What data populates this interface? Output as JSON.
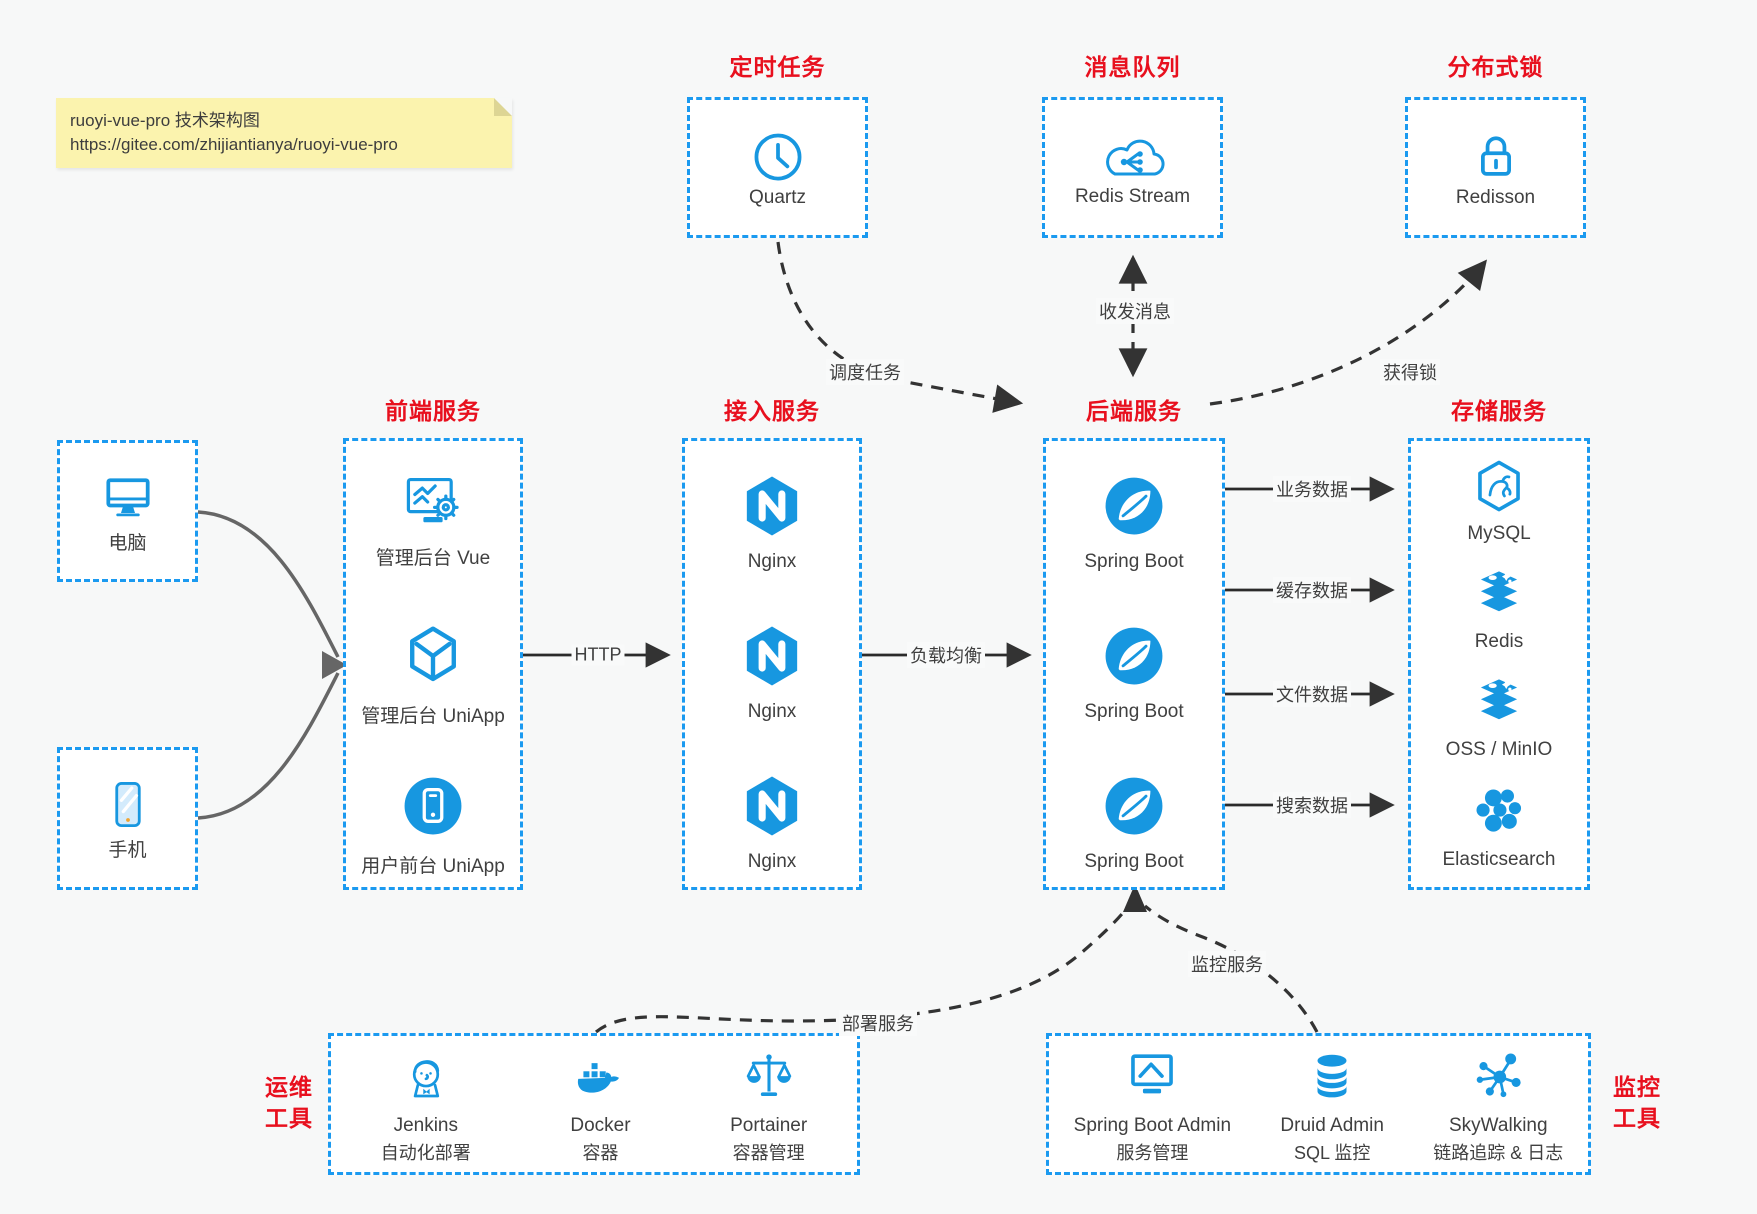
{
  "colors": {
    "accent_blue": "#1797e0",
    "border_blue": "#1b9af0",
    "title_red": "#e8101e",
    "note_yellow": "#fbf3ae",
    "wire_dark": "#333333",
    "wire_gray": "#666666",
    "background": "#f7f8f8"
  },
  "note": {
    "line1": "ruoyi-vue-pro 技术架构图",
    "line2": "https://gitee.com/zhijiantianya/ruoyi-vue-pro"
  },
  "top_boxes": [
    {
      "title": "定时任务",
      "icon": "clock-icon",
      "label": "Quartz"
    },
    {
      "title": "消息队列",
      "icon": "cloud-share-icon",
      "label": "Redis Stream"
    },
    {
      "title": "分布式锁",
      "icon": "lock-icon",
      "label": "Redisson"
    }
  ],
  "clients": [
    {
      "icon": "desktop-icon",
      "label": "电脑"
    },
    {
      "icon": "smartphone-icon",
      "label": "手机"
    }
  ],
  "columns": [
    {
      "title": "前端服务",
      "items": [
        {
          "icon": "admin-vue-icon",
          "label": "管理后台 Vue"
        },
        {
          "icon": "cube-icon",
          "label": "管理后台 UniApp"
        },
        {
          "icon": "phone-circle-icon",
          "label": "用户前台 UniApp"
        }
      ]
    },
    {
      "title": "接入服务",
      "items": [
        {
          "icon": "nginx-icon",
          "label": "Nginx"
        },
        {
          "icon": "nginx-icon",
          "label": "Nginx"
        },
        {
          "icon": "nginx-icon",
          "label": "Nginx"
        }
      ]
    },
    {
      "title": "后端服务",
      "items": [
        {
          "icon": "spring-icon",
          "label": "Spring Boot"
        },
        {
          "icon": "spring-icon",
          "label": "Spring Boot"
        },
        {
          "icon": "spring-icon",
          "label": "Spring Boot"
        }
      ]
    },
    {
      "title": "存储服务",
      "items": [
        {
          "icon": "mysql-icon",
          "label": "MySQL"
        },
        {
          "icon": "redis-stack-icon",
          "label": "Redis"
        },
        {
          "icon": "redis-stack-icon",
          "label": "OSS / MinIO"
        },
        {
          "icon": "elasticsearch-icon",
          "label": "Elasticsearch"
        }
      ]
    }
  ],
  "bottom_boxes": [
    {
      "title_line1": "运维",
      "title_line2": "工具",
      "items": [
        {
          "icon": "jenkins-icon",
          "label": "Jenkins",
          "sublabel": "自动化部署"
        },
        {
          "icon": "docker-icon",
          "label": "Docker",
          "sublabel": "容器"
        },
        {
          "icon": "portainer-icon",
          "label": "Portainer",
          "sublabel": "容器管理"
        }
      ]
    },
    {
      "title_line1": "监控",
      "title_line2": "工具",
      "items": [
        {
          "icon": "spring-boot-admin-icon",
          "label": "Spring Boot Admin",
          "sublabel": "服务管理"
        },
        {
          "icon": "druid-icon",
          "label": "Druid Admin",
          "sublabel": "SQL 监控"
        },
        {
          "icon": "skywalking-icon",
          "label": "SkyWalking",
          "sublabel": "链路追踪 & 日志"
        }
      ]
    }
  ],
  "edges": {
    "http": "HTTP",
    "load_balance": "负载均衡",
    "business_data": "业务数据",
    "cache_data": "缓存数据",
    "file_data": "文件数据",
    "search_data": "搜索数据",
    "schedule": "调度任务",
    "messages": "收发消息",
    "lock": "获得锁",
    "deploy": "部署服务",
    "monitor": "监控服务"
  }
}
